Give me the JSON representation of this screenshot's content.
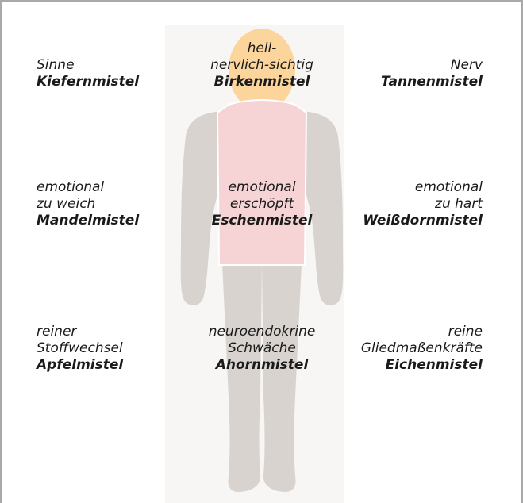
{
  "colors": {
    "frame_border": "#a9a9a9",
    "head": "#fbd59b",
    "torso_highlight": "#f6d4d5",
    "torso_outline": "#ffffff",
    "body": "#d8d3ce",
    "background_panel": "#f7f6f4",
    "text": "#1a1a1a"
  },
  "labels": {
    "top_left": {
      "lines": [
        "Sinne"
      ],
      "name": "Kiefernmistel"
    },
    "top_center": {
      "lines": [
        "hell-",
        "nervlich-sichtig"
      ],
      "name": "Birkenmistel"
    },
    "top_right": {
      "lines": [
        "Nerv"
      ],
      "name": "Tannenmistel"
    },
    "mid_left": {
      "lines": [
        "emotional",
        "zu weich"
      ],
      "name": "Mandelmistel"
    },
    "mid_center": {
      "lines": [
        "emotional",
        "erschöpft"
      ],
      "name": "Eschenmistel"
    },
    "mid_right": {
      "lines": [
        "emotional",
        "zu hart"
      ],
      "name": "Weißdornmistel"
    },
    "bottom_left": {
      "lines": [
        "reiner",
        "Stoffwechsel"
      ],
      "name": "Apfelmistel"
    },
    "bottom_center": {
      "lines": [
        "neuroendokrine",
        "Schwäche"
      ],
      "name": "Ahornmistel"
    },
    "bottom_right": {
      "lines": [
        "reine",
        "Gliedmaßenkräfte"
      ],
      "name": "Eichenmistel"
    }
  }
}
